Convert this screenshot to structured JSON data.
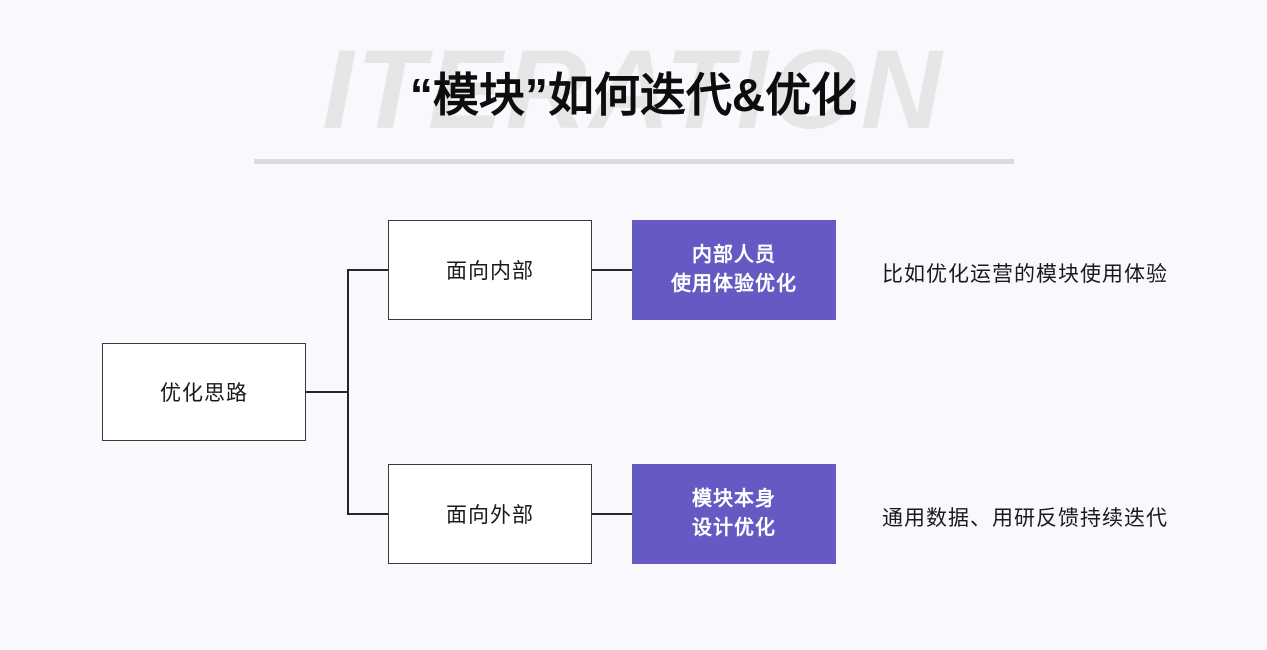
{
  "page": {
    "background_color": "#F9F8FD",
    "accent_color": "#6559C3",
    "line_color": "#262626",
    "watermark_color": "#E6E6E6",
    "divider_color": "#DCDCDC"
  },
  "header": {
    "watermark": "ITERATION",
    "title": "“模块”如何迭代&优化"
  },
  "diagram": {
    "type": "tree",
    "root": {
      "label": "优化思路"
    },
    "branches": [
      {
        "label": "面向内部",
        "detail_line1": "内部人员",
        "detail_line2": "使用体验优化",
        "annotation": "比如优化运营的模块使用体验"
      },
      {
        "label": "面向外部",
        "detail_line1": "模块本身",
        "detail_line2": "设计优化",
        "annotation": "通用数据、用研反馈持续迭代"
      }
    ]
  }
}
